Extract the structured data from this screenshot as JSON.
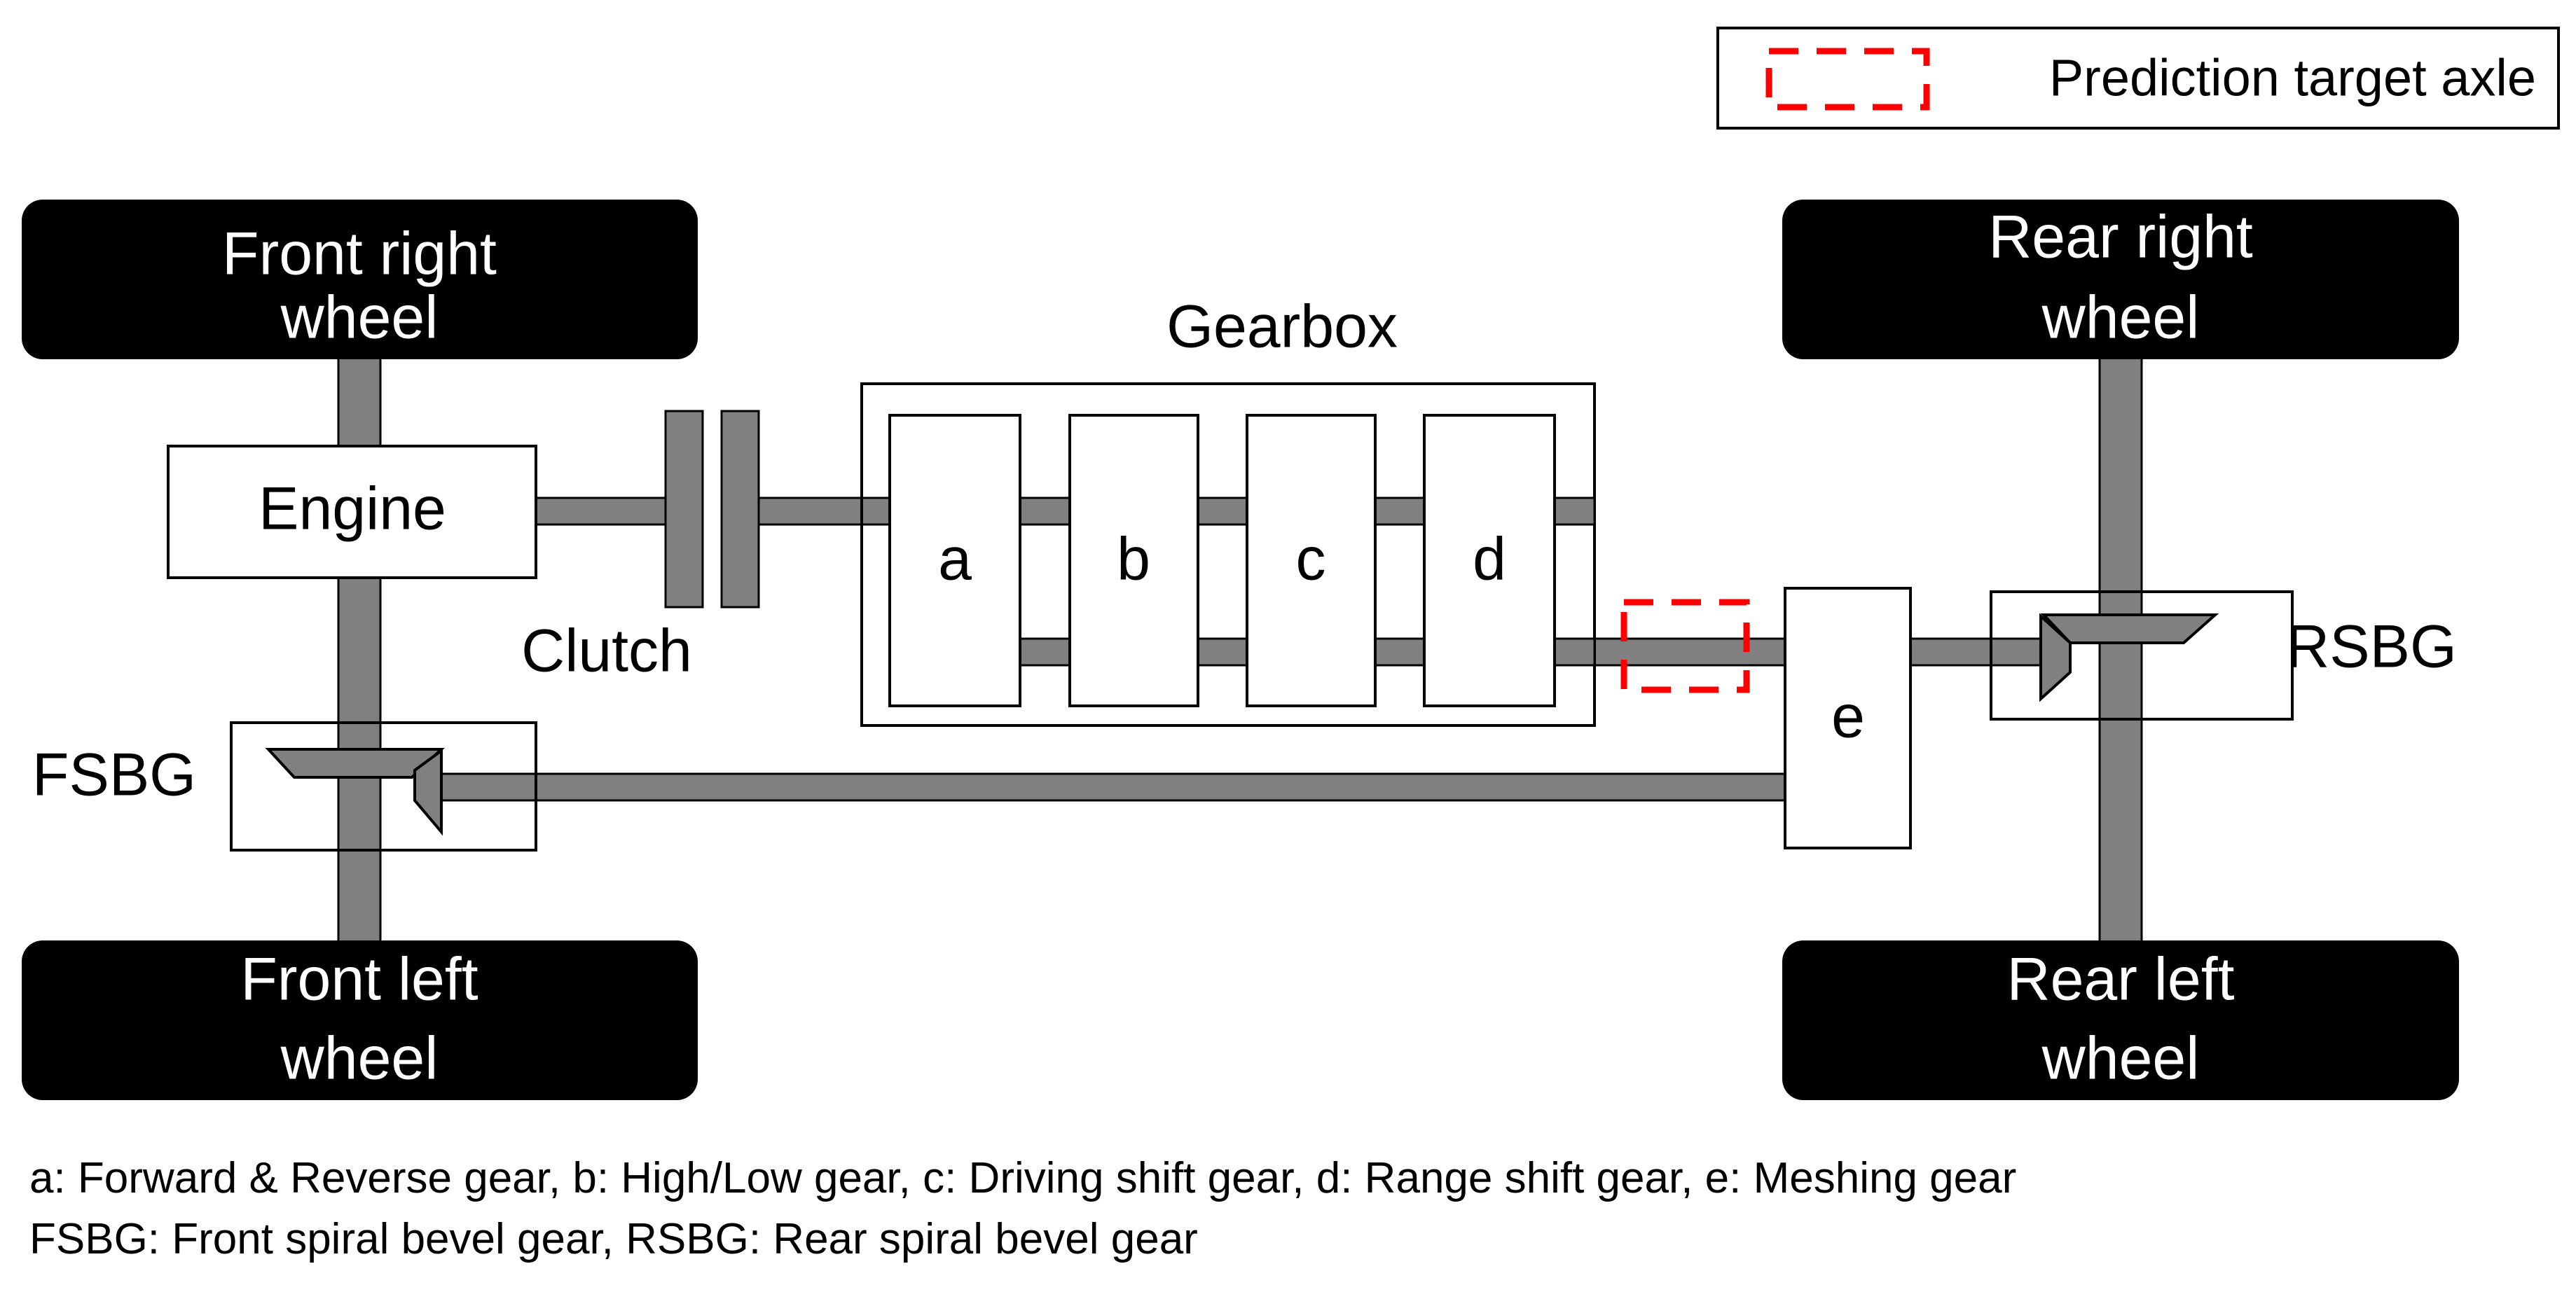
{
  "legend": {
    "label": "Prediction target axle"
  },
  "wheels": {
    "front_right": {
      "line1": "Front right",
      "line2": "wheel"
    },
    "front_left": {
      "line1": "Front left",
      "line2": "wheel"
    },
    "rear_right": {
      "line1": "Rear right",
      "line2": "wheel"
    },
    "rear_left": {
      "line1": "Rear left",
      "line2": "wheel"
    }
  },
  "components": {
    "engine": "Engine",
    "clutch": "Clutch",
    "gearbox": "Gearbox",
    "gear_a": "a",
    "gear_b": "b",
    "gear_c": "c",
    "gear_d": "d",
    "gear_e": "e",
    "fsbg": "FSBG",
    "rsbg": "RSBG"
  },
  "caption": {
    "line1": "a: Forward & Reverse gear, b: High/Low gear, c: Driving shift gear, d: Range shift gear, e: Meshing gear",
    "line2": "FSBG: Front spiral bevel gear, RSBG: Rear spiral bevel gear"
  },
  "colors": {
    "shaft": "#808080",
    "box_border": "#000000",
    "wheel_fill": "#000000",
    "target_highlight": "#ff0000"
  }
}
